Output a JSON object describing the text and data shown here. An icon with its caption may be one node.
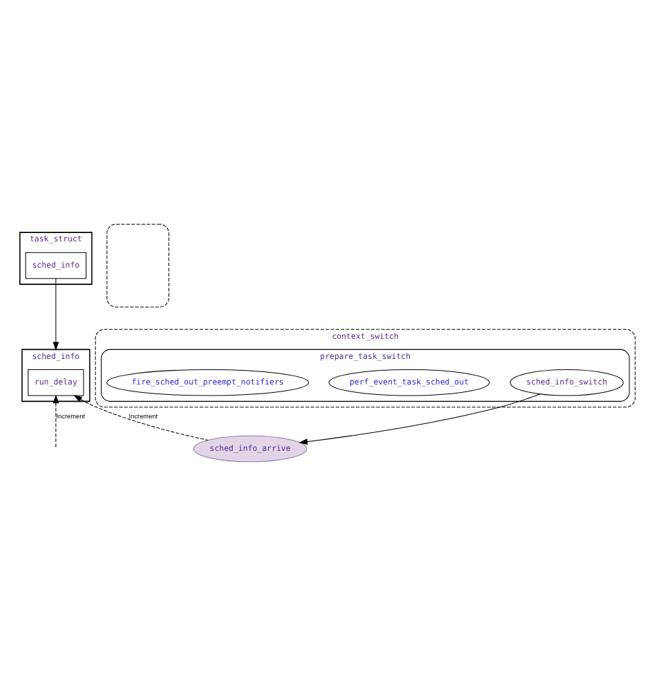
{
  "diagram": {
    "nodes": [
      {
        "text": [
          "task_struct"
        ]
      },
      {
        "text": [
          "sched_info"
        ],
        "in": 0
      },
      {
        "text": [
          "sched_info"
        ]
      },
      {
        "text": [
          "run_delay"
        ],
        "in": 2
      },
      {
        "text": [
          "context_switch"
        ]
      },
      {
        "text": [
          "prepare_task_switch"
        ],
        "in": 4
      },
      {
        "text": [
          "sched_info_switch"
        ],
        "in": 5
      },
      {
        "text": [
          "perf_event_task_sched_out"
        ],
        "in": 5
      },
      {
        "text": [
          "fire_sched_out_preempt_notifiers"
        ],
        "in": 5
      },
      {
        "text": [
          "sched_info_arrive"
        ]
      },
      {
        "text": [],
        "shape": "box"
      }
    ],
    "edges": [
      {
        "from": 1,
        "to": 2,
        "arrow": "to"
      },
      {
        "from": 9,
        "to": 3,
        "arrow": "to",
        "label": "Increment",
        "style": "dashed"
      },
      {
        "from": null,
        "to": 3,
        "arrow": "to",
        "label": "Increment",
        "style": "dashed"
      },
      {
        "from": 6,
        "to": 9,
        "arrow": "to"
      }
    ]
  }
}
